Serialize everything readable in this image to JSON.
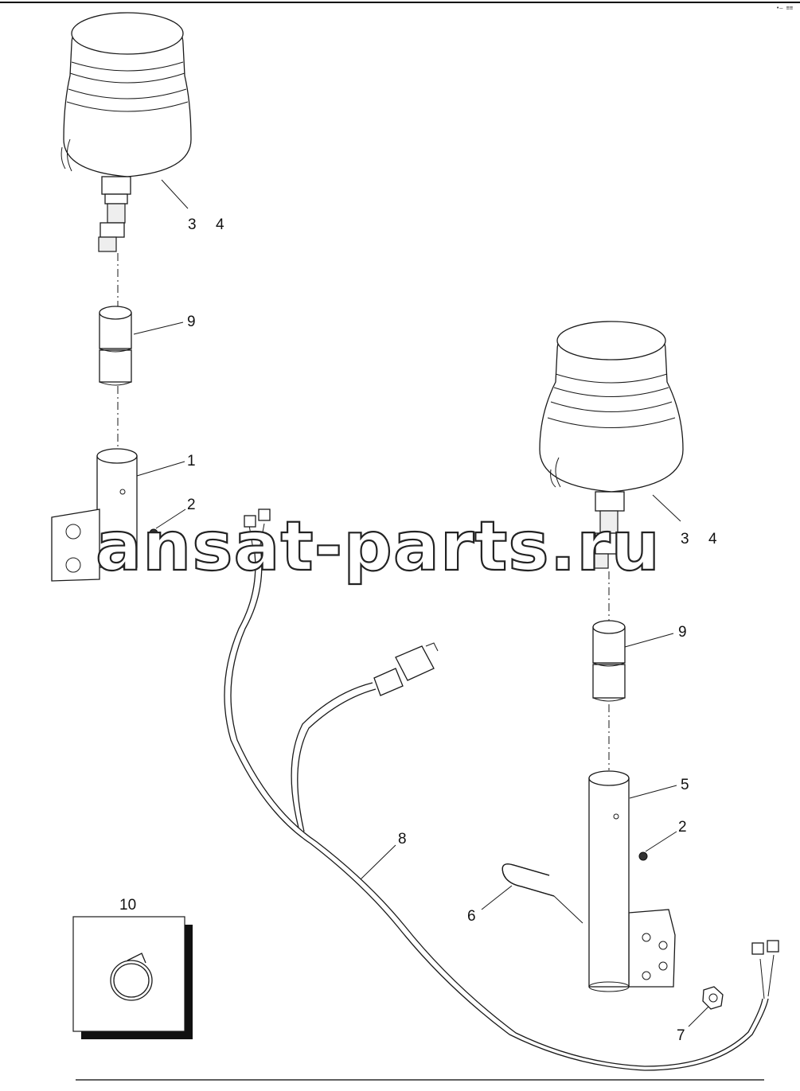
{
  "header": {
    "corner_mark": "•— ≡≡"
  },
  "callouts": {
    "c3a": "3",
    "c4a": "4",
    "c9a": "9",
    "c1": "1",
    "c2a": "2",
    "c3b": "3",
    "c4b": "4",
    "c9b": "9",
    "c5": "5",
    "c2b": "2",
    "c8": "8",
    "c6": "6",
    "c7": "7",
    "c10": "10"
  },
  "watermark": "ansat-parts.ru",
  "colors": {
    "ink": "#1a1a1a",
    "paper": "#ffffff",
    "inset_shadow": "#111111"
  }
}
